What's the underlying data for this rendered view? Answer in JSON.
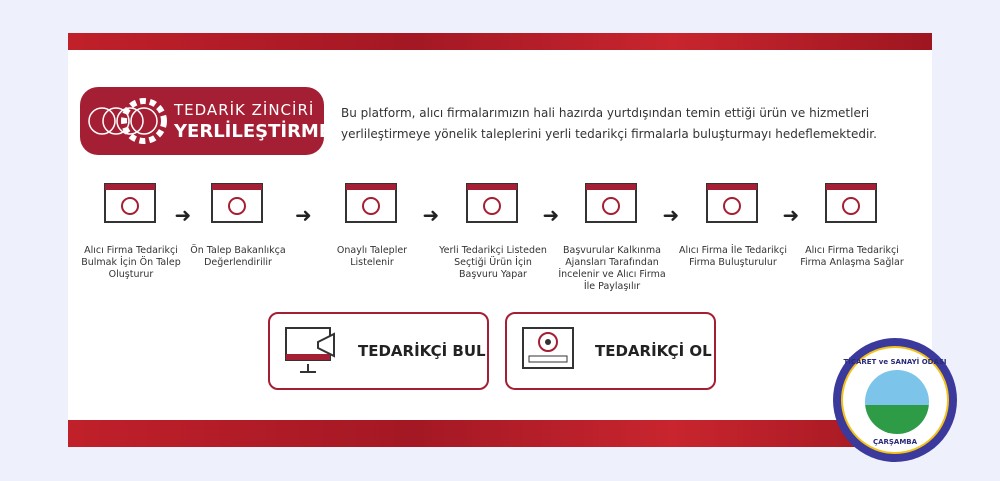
{
  "brand": {
    "line1": "TEDARİK ZİNCİRİ",
    "line2": "YERLİLEŞTİRME"
  },
  "description": "Bu platform, alıcı firmalarımızın hali hazırda yurtdışından temin ettiği ürün ve hizmetleri yerlileştirmeye yönelik taleplerini yerli tedarikçi firmalarla buluşturmayı hedeflemektedir.",
  "steps": [
    {
      "label": "Alıcı Firma Tedarikçi Bulmak İçin Ön Talep Oluşturur",
      "icon": "presentation-megaphone-icon"
    },
    {
      "label": "Ön Talep Bakanlıkça Değerlendirilir",
      "icon": "calendar-clock-icon"
    },
    {
      "label": "Onaylı Talepler Listelenir",
      "icon": "list-icon"
    },
    {
      "label": "Yerli Tedarikçi Listeden Seçtiği Ürün İçin Başvuru Yapar",
      "icon": "target-form-icon"
    },
    {
      "label": "Başvurular Kalkınma Ajansları Tarafından İncelenir ve Alıcı Firma İle Paylaşılır",
      "icon": "gear-search-icon"
    },
    {
      "label": "Alıcı Firma İle Tedarikçi Firma Buluşturulur",
      "icon": "meeting-icon"
    },
    {
      "label": "Alıcı Firma Tedarikçi Firma Anlaşma Sağlar",
      "icon": "handshake-icon"
    }
  ],
  "buttons": {
    "find": "TEDARİKÇİ BUL",
    "become": "TEDARİKÇİ OL"
  },
  "seal": {
    "top": "TİCARET ve SANAYİ ODASI",
    "bottom": "ÇARŞAMBA"
  },
  "colors": {
    "brand": "#a51f34",
    "band": "#c0202a"
  }
}
